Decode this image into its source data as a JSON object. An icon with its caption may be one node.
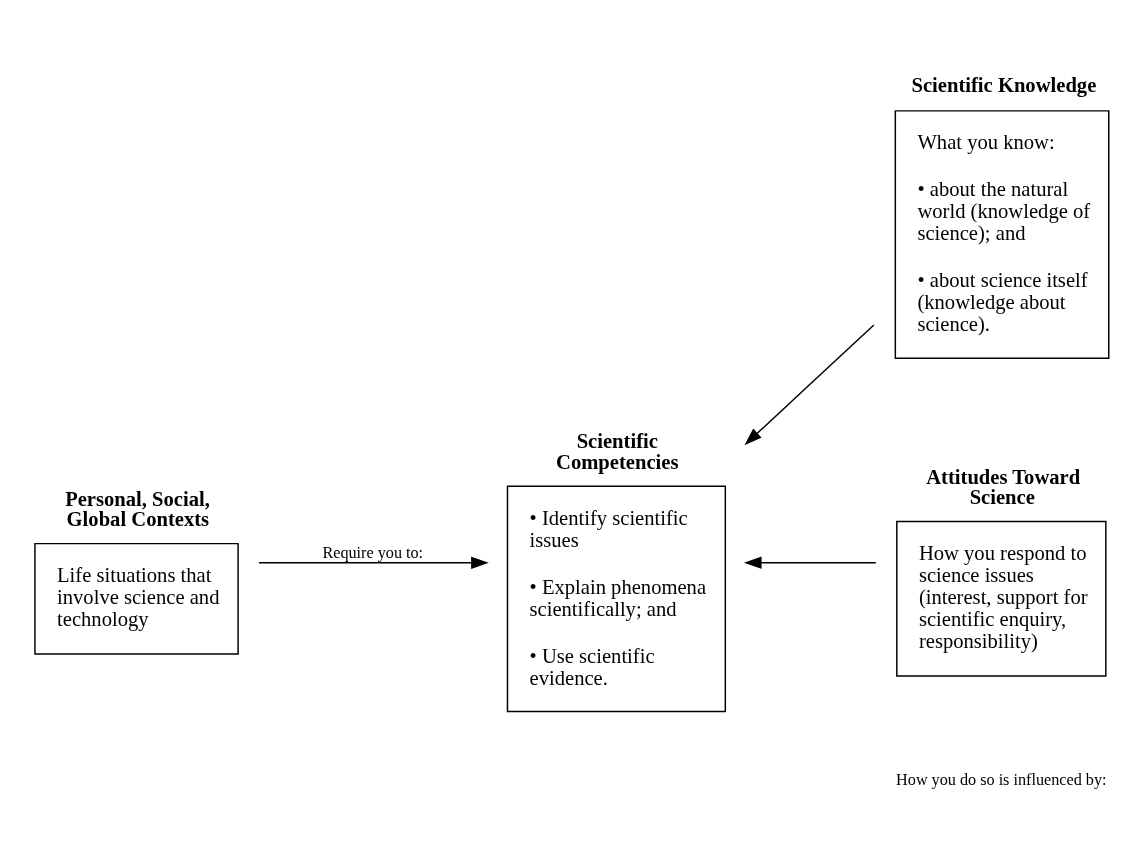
{
  "diagram": {
    "nodes": [
      {
        "text": [
          "Personal, Social, Global Contexts",
          "Life situations that involve science and technology"
        ]
      },
      {
        "text": [
          "Scientific Competencies",
          "• Identify scientific issues",
          "• Explain phenomena scientifically; and",
          "• Use scientific evidence."
        ]
      },
      {
        "text": [
          "Scientific Knowledge",
          "What you know:",
          "• about the natural world (knowledge of science); and",
          "• about science itself (knowledge about science)."
        ]
      },
      {
        "text": [
          "Attitudes Toward Science",
          "How you respond to science issues (interest, support for scientific enquiry, responsibility)"
        ]
      }
    ],
    "edges": [
      {
        "from": 0,
        "to": 1,
        "arrow": "to",
        "label": "Require you to:"
      },
      {
        "from": 2,
        "to": 1,
        "arrow": "to"
      },
      {
        "from": 3,
        "to": 1,
        "arrow": "to"
      }
    ],
    "labels": [
      "How you do so is influenced by:"
    ]
  }
}
